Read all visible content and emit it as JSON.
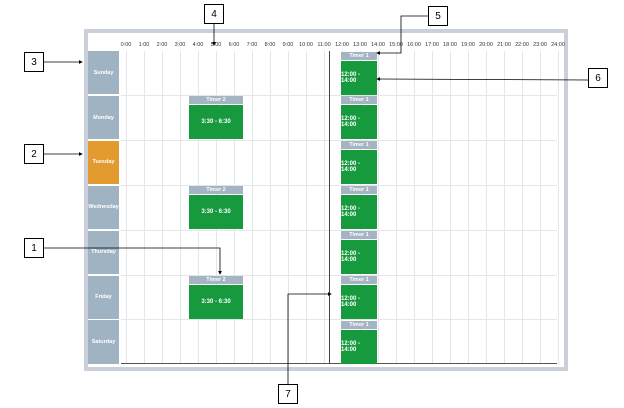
{
  "time_ticks": [
    "0:00",
    "1:00",
    "2:00",
    "3:00",
    "4:00",
    "5:00",
    "6:00",
    "7:00",
    "8:00",
    "9:00",
    "10:00",
    "11:00",
    "12:00",
    "13:00",
    "14:00",
    "15:00",
    "16:00",
    "17:00",
    "18:00",
    "19:00",
    "20:00",
    "21:00",
    "22:00",
    "23:00",
    "24:00"
  ],
  "days": [
    "Sunday",
    "Monday",
    "Tuesday",
    "Wednesday",
    "Thursday",
    "Friday",
    "Saturday"
  ],
  "selected_day": "Tuesday",
  "timers": [
    {
      "label": "Timer 2",
      "range": "3:30 - 6:30"
    },
    {
      "label": "Timer 1",
      "range": "12:00 - 14:00"
    }
  ],
  "callouts": [
    "1",
    "2",
    "3",
    "4",
    "5",
    "6",
    "7"
  ],
  "colors": {
    "frame": "#c9d0d9",
    "day_header": "#9fb3c3",
    "selected_day": "#e39a2e",
    "timer_label": "#a4b4c3",
    "timer_body": "#179a3e"
  }
}
